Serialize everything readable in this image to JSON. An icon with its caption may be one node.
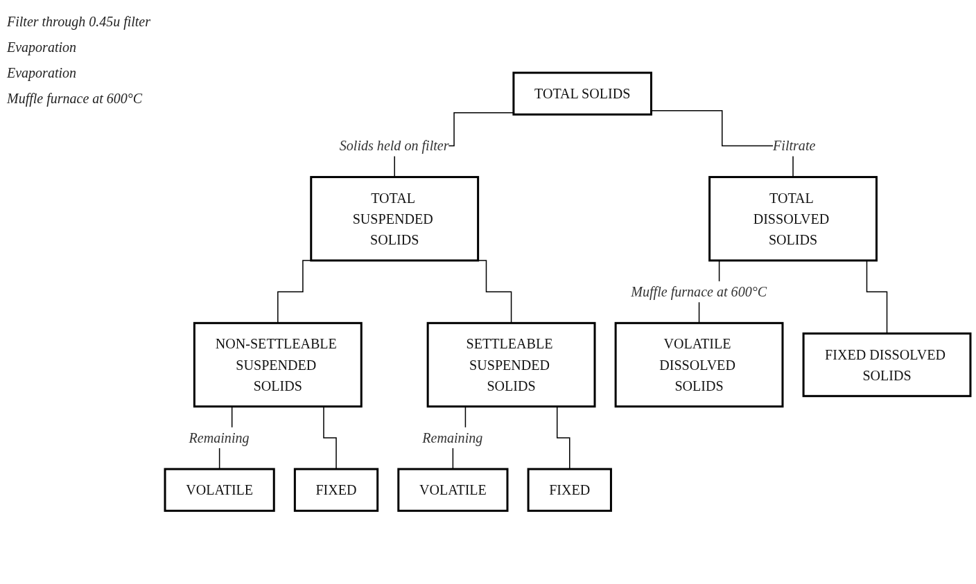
{
  "diagram": {
    "nodes": [
      {
        "text": [
          "TOTAL SOLIDS"
        ]
      },
      {
        "text": [
          "TOTAL DISSOLVED SOLIDS"
        ]
      },
      {
        "text": [
          "TOTAL SUSPENDED SOLIDS"
        ]
      },
      {
        "text": [
          "NON-SETTLEABLE SUSPENDED SOLIDS"
        ]
      },
      {
        "text": [
          "SETTLEABLE SUSPENDED SOLIDS"
        ]
      },
      {
        "text": [
          "VOLATILE DISSOLVED SOLIDS"
        ]
      },
      {
        "text": [
          "FIXED DISSOLVED SOLIDS"
        ]
      },
      {
        "text": [
          "VOLATILE"
        ]
      },
      {
        "text": [
          "FIXED"
        ]
      },
      {
        "text": [
          "VOLATILE"
        ]
      },
      {
        "text": [
          "FIXED"
        ]
      }
    ],
    "edges": [
      {
        "from": 0,
        "to": 1,
        "arrow": "none",
        "label": "Filtrate"
      },
      {
        "from": 0,
        "to": 2,
        "arrow": "none",
        "label": "Solids held on filter"
      },
      {
        "from": 1,
        "to": 5,
        "arrow": "none",
        "label": "Muffle furnace at 600°C"
      },
      {
        "from": 1,
        "to": 6,
        "arrow": "none"
      },
      {
        "from": 2,
        "to": 3,
        "arrow": "none"
      },
      {
        "from": 2,
        "to": 4,
        "arrow": "none"
      },
      {
        "from": 3,
        "to": 7,
        "arrow": "none",
        "label": "Remaining"
      },
      {
        "from": 3,
        "to": 8,
        "arrow": "none"
      },
      {
        "from": 4,
        "to": 9,
        "arrow": "none",
        "label": "Remaining"
      },
      {
        "from": 4,
        "to": 10,
        "arrow": "none"
      }
    ],
    "labels": [
      "Filter through 0.45u filter",
      "Evaporation",
      "Evaporation",
      "Muffle furnace at 600°C"
    ]
  }
}
